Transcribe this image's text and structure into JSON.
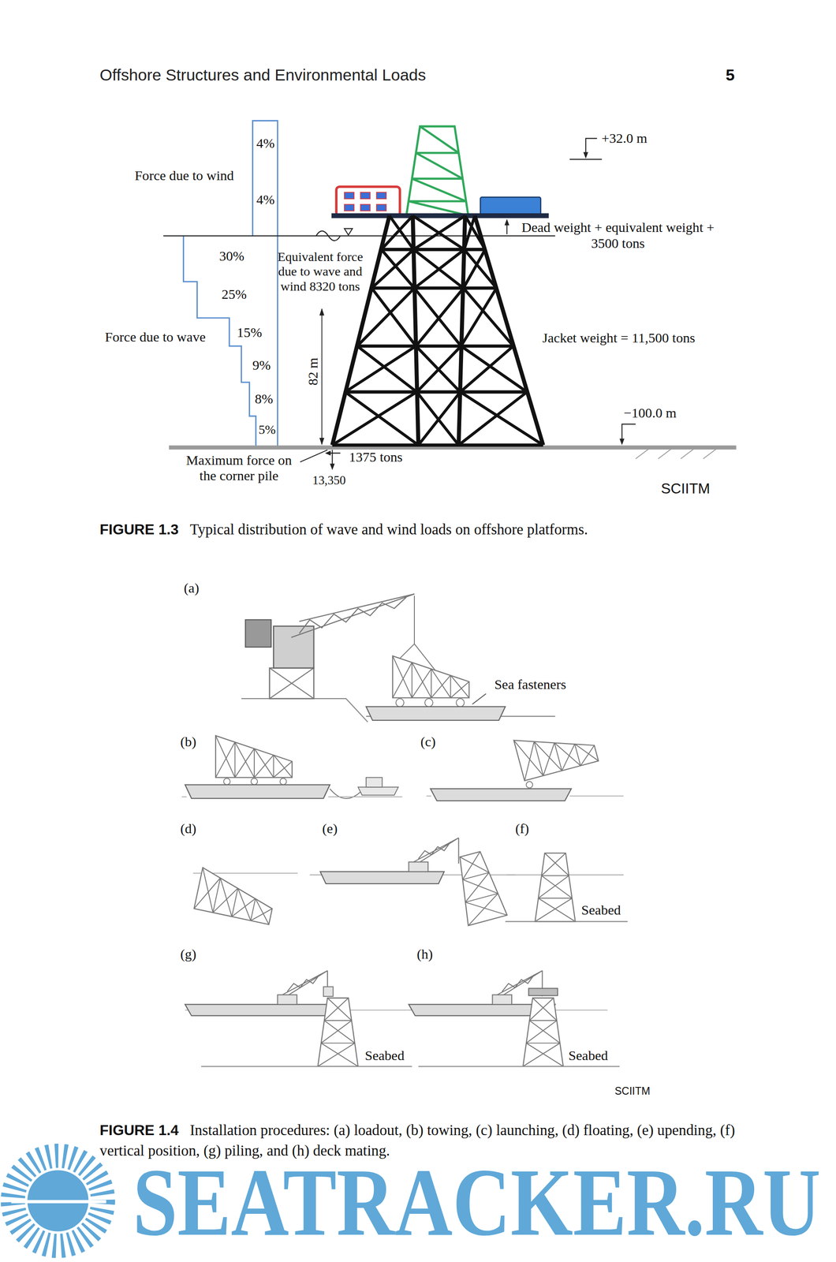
{
  "diagram": {
    "title": "Offshore Structures and Environmental Loads",
    "labels": [
      "5",
      "Force due to wind",
      "4%",
      "4%",
      "30%",
      "Equivalent force due to wave and wind 8320 tons",
      "25%",
      "Force due to wave",
      "15%",
      "9%",
      "8%",
      "5%",
      "82 m",
      "+32.0 m",
      "Dead weight + equivalent weight + 3500 tons",
      "Jacket weight = 11,500 tons",
      "−100.0 m",
      "Maximum force on the corner pile",
      "1375 tons",
      "13,350",
      "SCIITM",
      "FIGURE 1.3",
      "Typical distribution of wave and wind loads on offshore platforms.",
      "(a)",
      "Sea fasteners",
      "(b)",
      "(c)",
      "(d)",
      "(e)",
      "(f)",
      "Seabed",
      "(g)",
      "Seabed",
      "(h)",
      "Seabed",
      "SCIITM",
      "FIGURE 1.4",
      "Installation procedures: (a) loadout, (b) towing, (c) launching, (d) floating, (e) upending, (f) vertical position, (g) piling, and (h) deck mating.",
      "SEATRACKER.RU"
    ]
  }
}
